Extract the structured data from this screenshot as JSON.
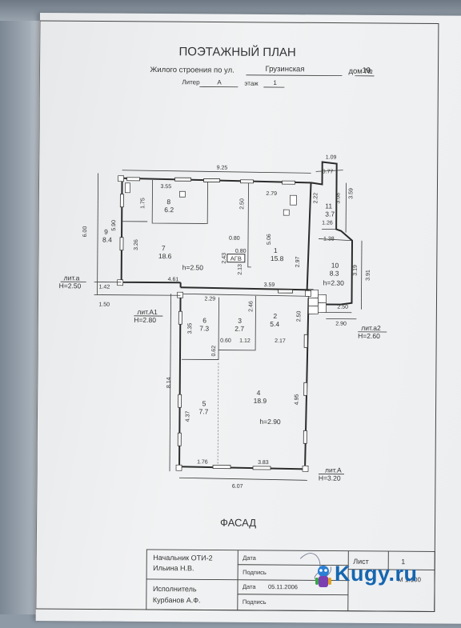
{
  "header": {
    "title": "ПОЭТАЖНЫЙ ПЛАН",
    "building_prefix": "Жилого строения по ул.",
    "street": "Грузинская",
    "house_label": "дом №",
    "house_no": "19",
    "liter_label": "Литер",
    "liter": "А",
    "floor_label": "этаж",
    "floor": "1"
  },
  "rooms": [
    {
      "no": "8",
      "area": "6.2"
    },
    {
      "no": "9",
      "area": "8.4"
    },
    {
      "no": "7",
      "area": "18.6"
    },
    {
      "no": "1",
      "area": "15.8"
    },
    {
      "no": "11",
      "area": "3.7"
    },
    {
      "no": "10",
      "area": "8.3"
    },
    {
      "no": "6",
      "area": "7.3"
    },
    {
      "no": "3",
      "area": "2.7"
    },
    {
      "no": "2",
      "area": "5.4"
    },
    {
      "no": "5",
      "area": "7.7"
    },
    {
      "no": "4",
      "area": "18.9"
    }
  ],
  "heights": {
    "room7": "h=2.50",
    "room10": "h=2.30",
    "room4": "h=2.90"
  },
  "liters": {
    "lit_a": "лит.а",
    "lit_a_h": "H=2.50",
    "lit_A1": "лит.А1",
    "lit_A1_h": "H=2.80",
    "lit_a2": "лит.а2",
    "lit_a2_h": "H=2.60",
    "lit_A": "лит.А",
    "lit_A_h": "H=3.20"
  },
  "equipment": {
    "agv": "АГВ"
  },
  "dims": {
    "top": "9.25",
    "d355": "3.55",
    "d279": "2.79",
    "d109": "1.09",
    "d077": "0.77",
    "d222": "2.22",
    "d308": "3.08",
    "d359": "3.59",
    "d600": "6.00",
    "d590": "5.90",
    "d175": "1.75",
    "d250a": "2.50",
    "d326": "3.26",
    "d080a": "0.80",
    "d080b": "0.80",
    "d506": "5.06",
    "d243": "2.43",
    "d213": "2.13",
    "d297": "2.97",
    "d126": "1.26",
    "d138": "1.38",
    "d319": "3.19",
    "d391": "3.91",
    "d142": "1.42",
    "d461": "4.61",
    "d359b": "3.59",
    "d150": "1.50",
    "d229": "2.29",
    "d246": "2.46",
    "d250b": "2.50",
    "d250c": "2.50",
    "d290": "2.90",
    "d335": "3.35",
    "d060": "0.60",
    "d112": "1.12",
    "d217": "2.17",
    "d062": "0.62",
    "d814": "8.14",
    "d495": "4.95",
    "d437": "4.37",
    "d176": "1.76",
    "d383": "3.83",
    "d607": "6.07"
  },
  "facade": "ФАСАД",
  "stamp": {
    "role1": "Начальник ОТИ-2",
    "name1": "Ильина Н.В.",
    "role2": "Исполнитель",
    "name2": "Курбанов А.Ф.",
    "date_label": "Дата",
    "sign_label": "Подпись",
    "date_label2": "Дата",
    "date_value": "05.11.2006",
    "sign_label2": "Подпись",
    "sheet_label": "Лист",
    "sheet_no": "1",
    "scale": "М 1:100"
  },
  "watermark": {
    "text": "Kugy.ru",
    "color": "#1566b0"
  }
}
